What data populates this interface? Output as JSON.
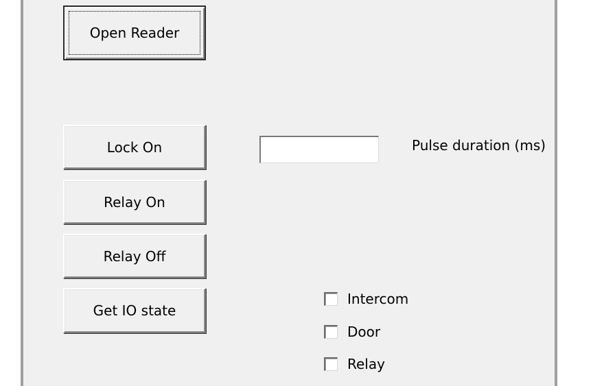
{
  "buttons": {
    "open_reader": "Open Reader",
    "lock_on": "Lock On",
    "relay_on": "Relay On",
    "relay_off": "Relay Off",
    "get_io_state": "Get IO state"
  },
  "pulse": {
    "label": "Pulse duration (ms)",
    "value": ""
  },
  "checkboxes": [
    {
      "label": "Intercom",
      "checked": false
    },
    {
      "label": "Door",
      "checked": false
    },
    {
      "label": "Relay",
      "checked": false
    }
  ],
  "colors": {
    "dialog_background": "#f0f0f0",
    "frame_border": "#a0a0a0"
  }
}
